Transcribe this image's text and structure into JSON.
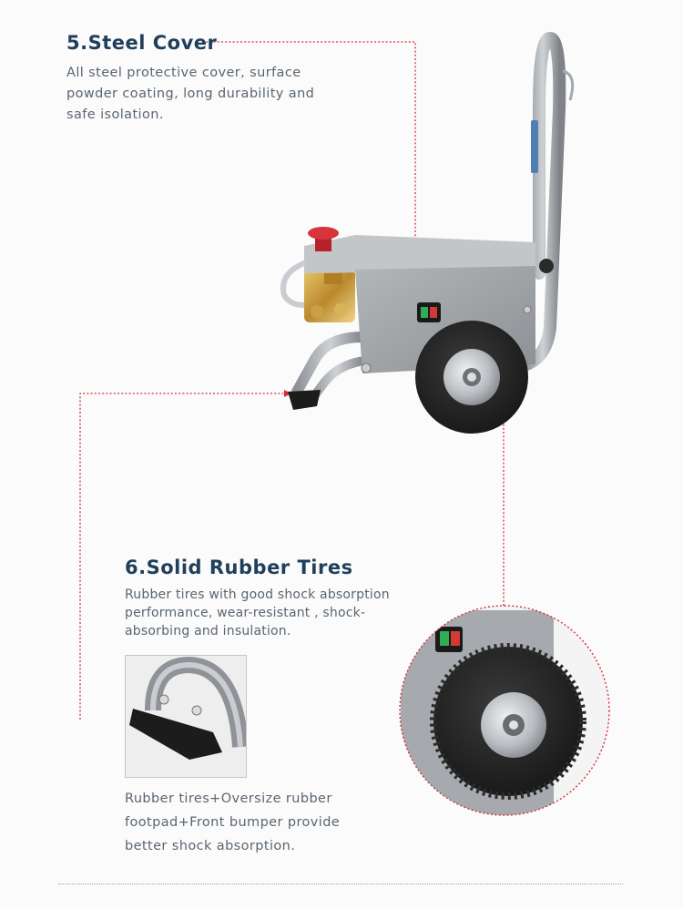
{
  "sections": {
    "steel_cover": {
      "title": "5.Steel Cover",
      "description": "All steel protective cover, surface powder coating, long durability and safe isolation."
    },
    "rubber_tires": {
      "title": "6.Solid Rubber Tires",
      "description": "Rubber tires with good shock absorption performance, wear-resistant , shock-absorbing and insulation."
    },
    "footpad": {
      "description": "Rubber tires+Oversize rubber footpad+Front bumper provide better shock absorption."
    }
  },
  "colors": {
    "heading": "#1f3f5b",
    "body_text": "#5a6570",
    "callout_line": "#d2303a",
    "machine_body": "#9ea2a6"
  },
  "icons": [
    "pressure-washer-image",
    "tire-closeup-image",
    "footpad-closeup-image"
  ]
}
